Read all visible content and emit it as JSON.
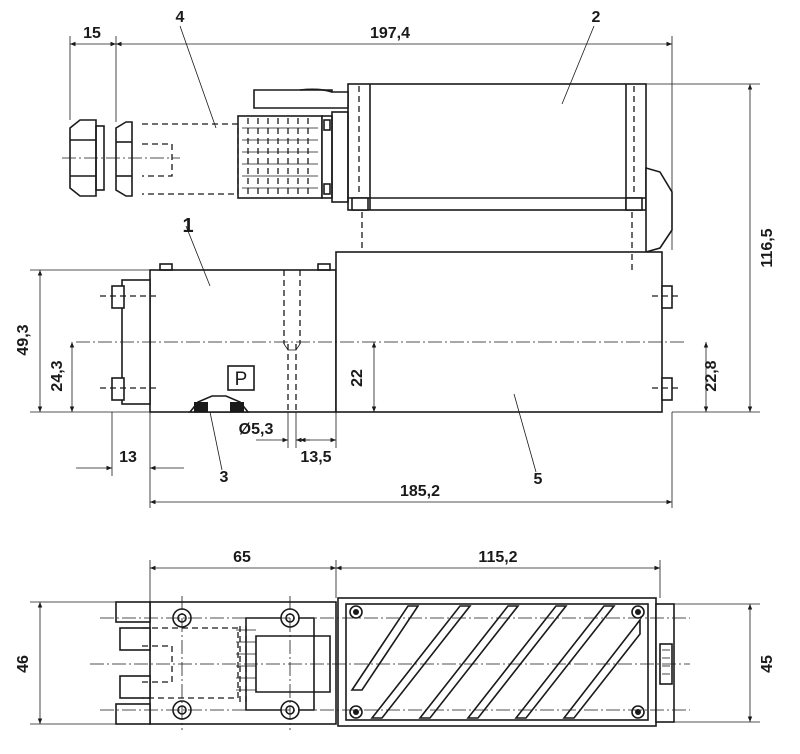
{
  "dimensions_top": {
    "d15": "15",
    "d197_4": "197,4",
    "d116_5": "116,5",
    "d49_3": "49,3",
    "d24_3": "24,3",
    "d22": "22",
    "d22_8": "22,8",
    "d5_3": "Ø5,3",
    "d13": "13",
    "d13_5": "13,5",
    "d185_2": "185,2"
  },
  "dimensions_bottom": {
    "d65": "65",
    "d115_2": "115,2",
    "d46": "46",
    "d45": "45"
  },
  "part_labels": {
    "p1": "1",
    "p2": "2",
    "p3": "3",
    "p4": "4",
    "p5": "5"
  },
  "port_marking": "P"
}
